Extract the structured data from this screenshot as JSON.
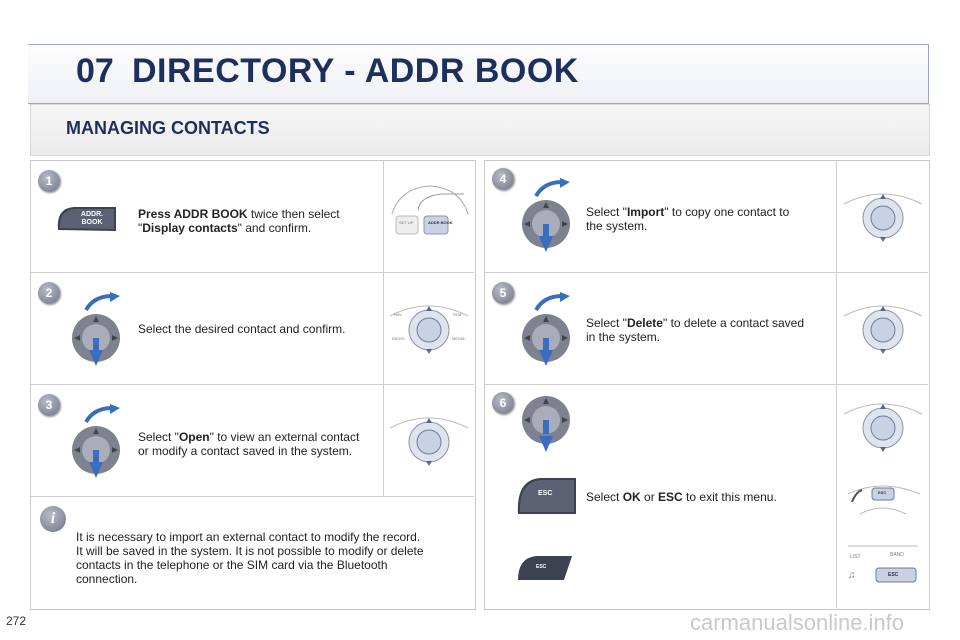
{
  "header": {
    "number": "07",
    "title": "DIRECTORY - ADDR BOOK"
  },
  "section": {
    "title": "MANAGING CONTACTS"
  },
  "steps": {
    "s1": {
      "num": "1",
      "t1": "Press ADDR BOOK",
      "t2": " twice then select",
      "t3": "\"",
      "t4": "Display contacts",
      "t5": "\" and confirm.",
      "btn1": "ADDR.",
      "btn2": "BOOK"
    },
    "s2": {
      "num": "2",
      "text": "Select the desired contact and confirm."
    },
    "s3": {
      "num": "3",
      "a": "Select \"",
      "b": "Open",
      "c": "\" to view an external contact",
      "d": "or modify a contact saved in the system."
    },
    "s4": {
      "num": "4",
      "a": "Select \"",
      "b": "Import",
      "c": "\" to copy one contact to",
      "d": "the system."
    },
    "s5": {
      "num": "5",
      "a": "Select \"",
      "b": "Delete",
      "c": "\" to delete a contact saved",
      "d": "in the system."
    },
    "s6": {
      "num": "6",
      "a": "Select ",
      "b": "OK",
      "c": " or ",
      "d": "ESC",
      "e": " to exit this menu.",
      "esc": "ESC"
    }
  },
  "info": {
    "icon": "i",
    "l1": "It is necessary to import an external contact to modify the record.",
    "l2": "It will be saved in the system. It is not possible to modify or delete",
    "l3": "contacts in the telephone or the SIM card via the Bluetooth",
    "l4": "connection."
  },
  "panel_labels": {
    "nav": "NAV",
    "traf": "TRAF",
    "radio": "RADIO",
    "media": "MEDIA",
    "set_up": "SET UP",
    "addr_book": "ADDR BOOK",
    "esc": "ESC",
    "list": "LIST",
    "band": "BAND"
  },
  "footer": {
    "page": "272",
    "watermark": "carmanualsonline.info"
  }
}
